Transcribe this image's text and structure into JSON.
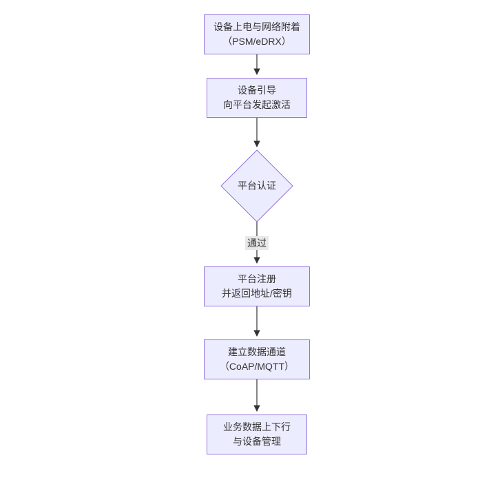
{
  "diagram": {
    "type": "flowchart",
    "direction": "top-down",
    "colors": {
      "node_fill": "#ECECFF",
      "node_border": "#9370DB",
      "arrow": "#333333",
      "edge_label_bg": "#e8e8e8",
      "text": "#333333",
      "background": "#ffffff"
    },
    "nodes": [
      {
        "shape": "rect",
        "line1": "设备上电与网络附着",
        "line2": "（PSM/eDRX）"
      },
      {
        "shape": "rect",
        "line1": "设备引导",
        "line2": "向平台发起激活"
      },
      {
        "shape": "diamond",
        "label": "平台认证"
      },
      {
        "shape": "rect",
        "line1": "平台注册",
        "line2": "并返回地址/密钥"
      },
      {
        "shape": "rect",
        "line1": "建立数据通道",
        "line2": "（CoAP/MQTT）"
      },
      {
        "shape": "rect",
        "line1": "业务数据上下行",
        "line2": "与设备管理"
      }
    ],
    "edges": [
      {
        "from": 0,
        "to": 1,
        "label": ""
      },
      {
        "from": 1,
        "to": 2,
        "label": ""
      },
      {
        "from": 2,
        "to": 3,
        "label": "通过"
      },
      {
        "from": 3,
        "to": 4,
        "label": ""
      },
      {
        "from": 4,
        "to": 5,
        "label": ""
      }
    ]
  }
}
